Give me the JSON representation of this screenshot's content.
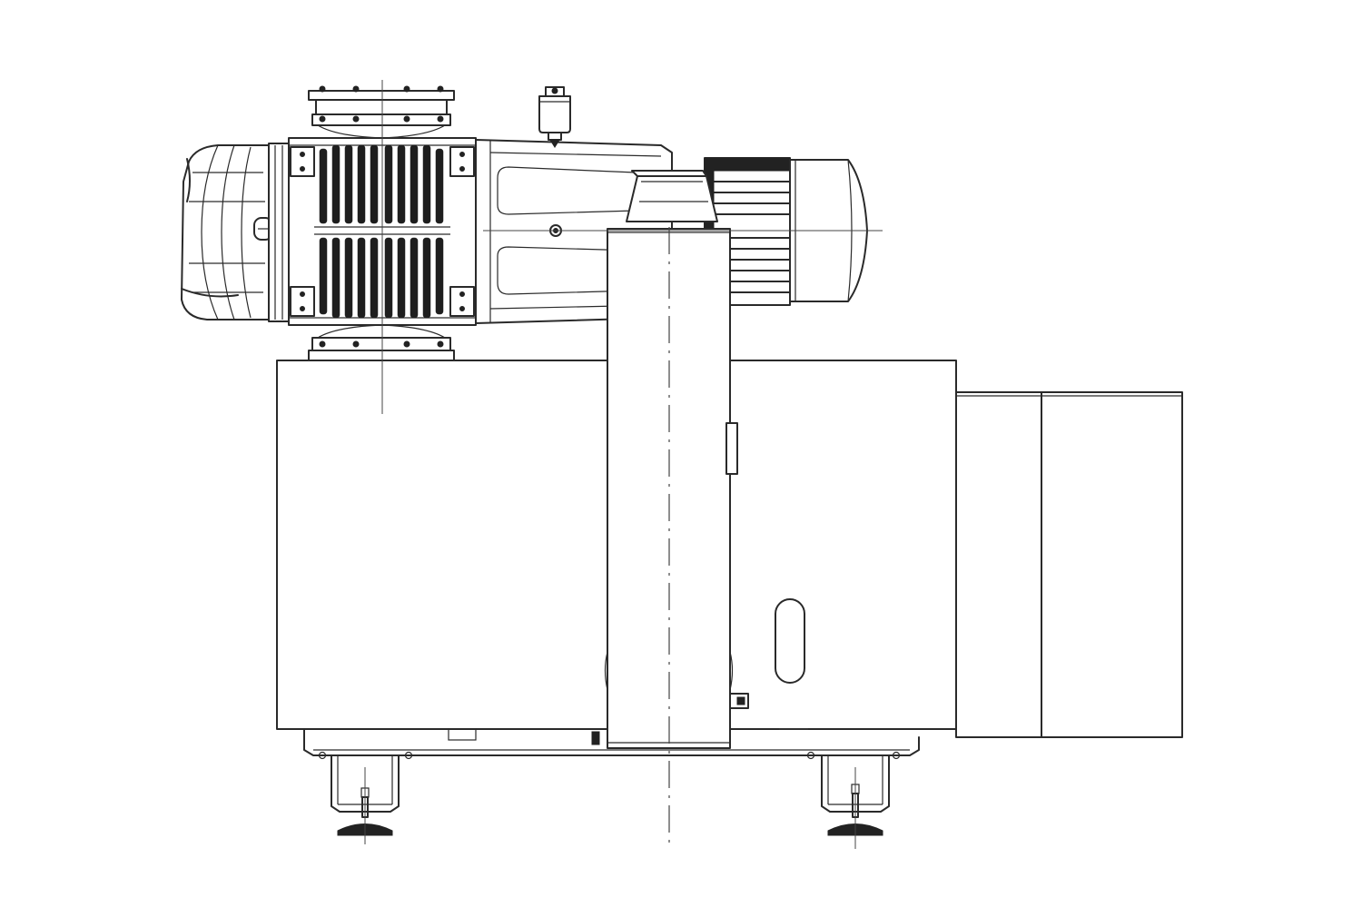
{
  "drawing": {
    "subject": "vacuum-pump-assembly-side-view",
    "line_color": "#2a2a2a",
    "background": "#ffffff",
    "components": [
      "cooling-fan-cowl",
      "finned-pump-body",
      "gear-housing",
      "oil-fill-plug",
      "drive-motor",
      "motor-fan-cover",
      "vertical-column",
      "base-enclosure",
      "side-cabinet",
      "sight-window",
      "base-frame",
      "leveling-foot-left",
      "leveling-foot-right",
      "centerlines"
    ]
  }
}
